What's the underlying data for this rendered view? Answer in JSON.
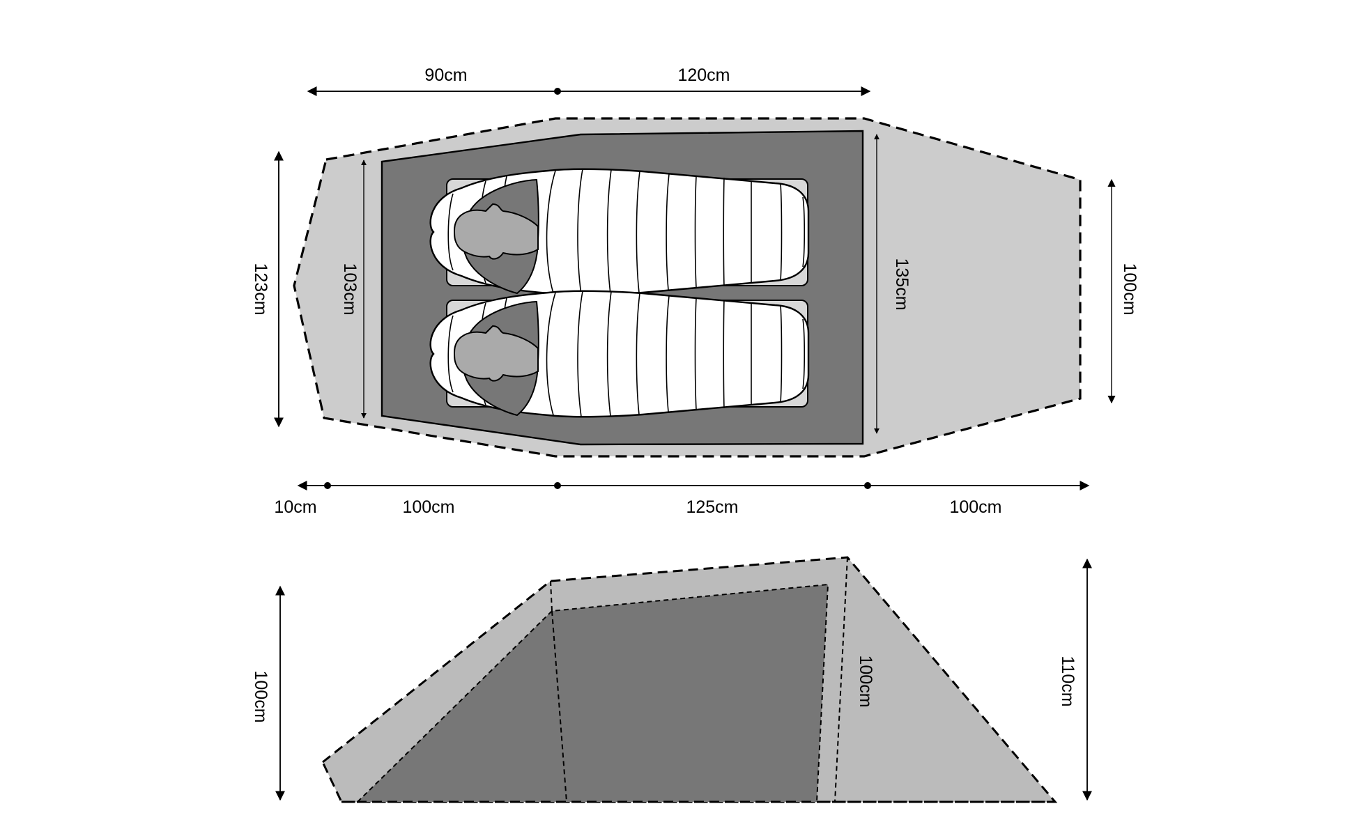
{
  "colors": {
    "fly_top": "#cccccc",
    "fly_side": "#bbbbbb",
    "inner_body": "#777777",
    "pad": "#d8d8d8",
    "bag": "#ffffff",
    "hood": "#777777",
    "face": "#aaaaaa",
    "line": "#000000"
  },
  "top_view": {
    "overall_top": {
      "left": "90cm",
      "right": "120cm"
    },
    "overall_bottom": {
      "seg1": "10cm",
      "seg2": "100cm",
      "seg3": "125cm",
      "seg4": "100cm"
    },
    "head_end_fly_width": "123cm",
    "head_end_inner_width": "103cm",
    "foot_end_inner_width": "135cm",
    "foot_end_fly_width": "100cm",
    "occupants": 2
  },
  "side_view": {
    "head_height": "100cm",
    "inner_height": "100cm",
    "peak_height": "110cm"
  }
}
